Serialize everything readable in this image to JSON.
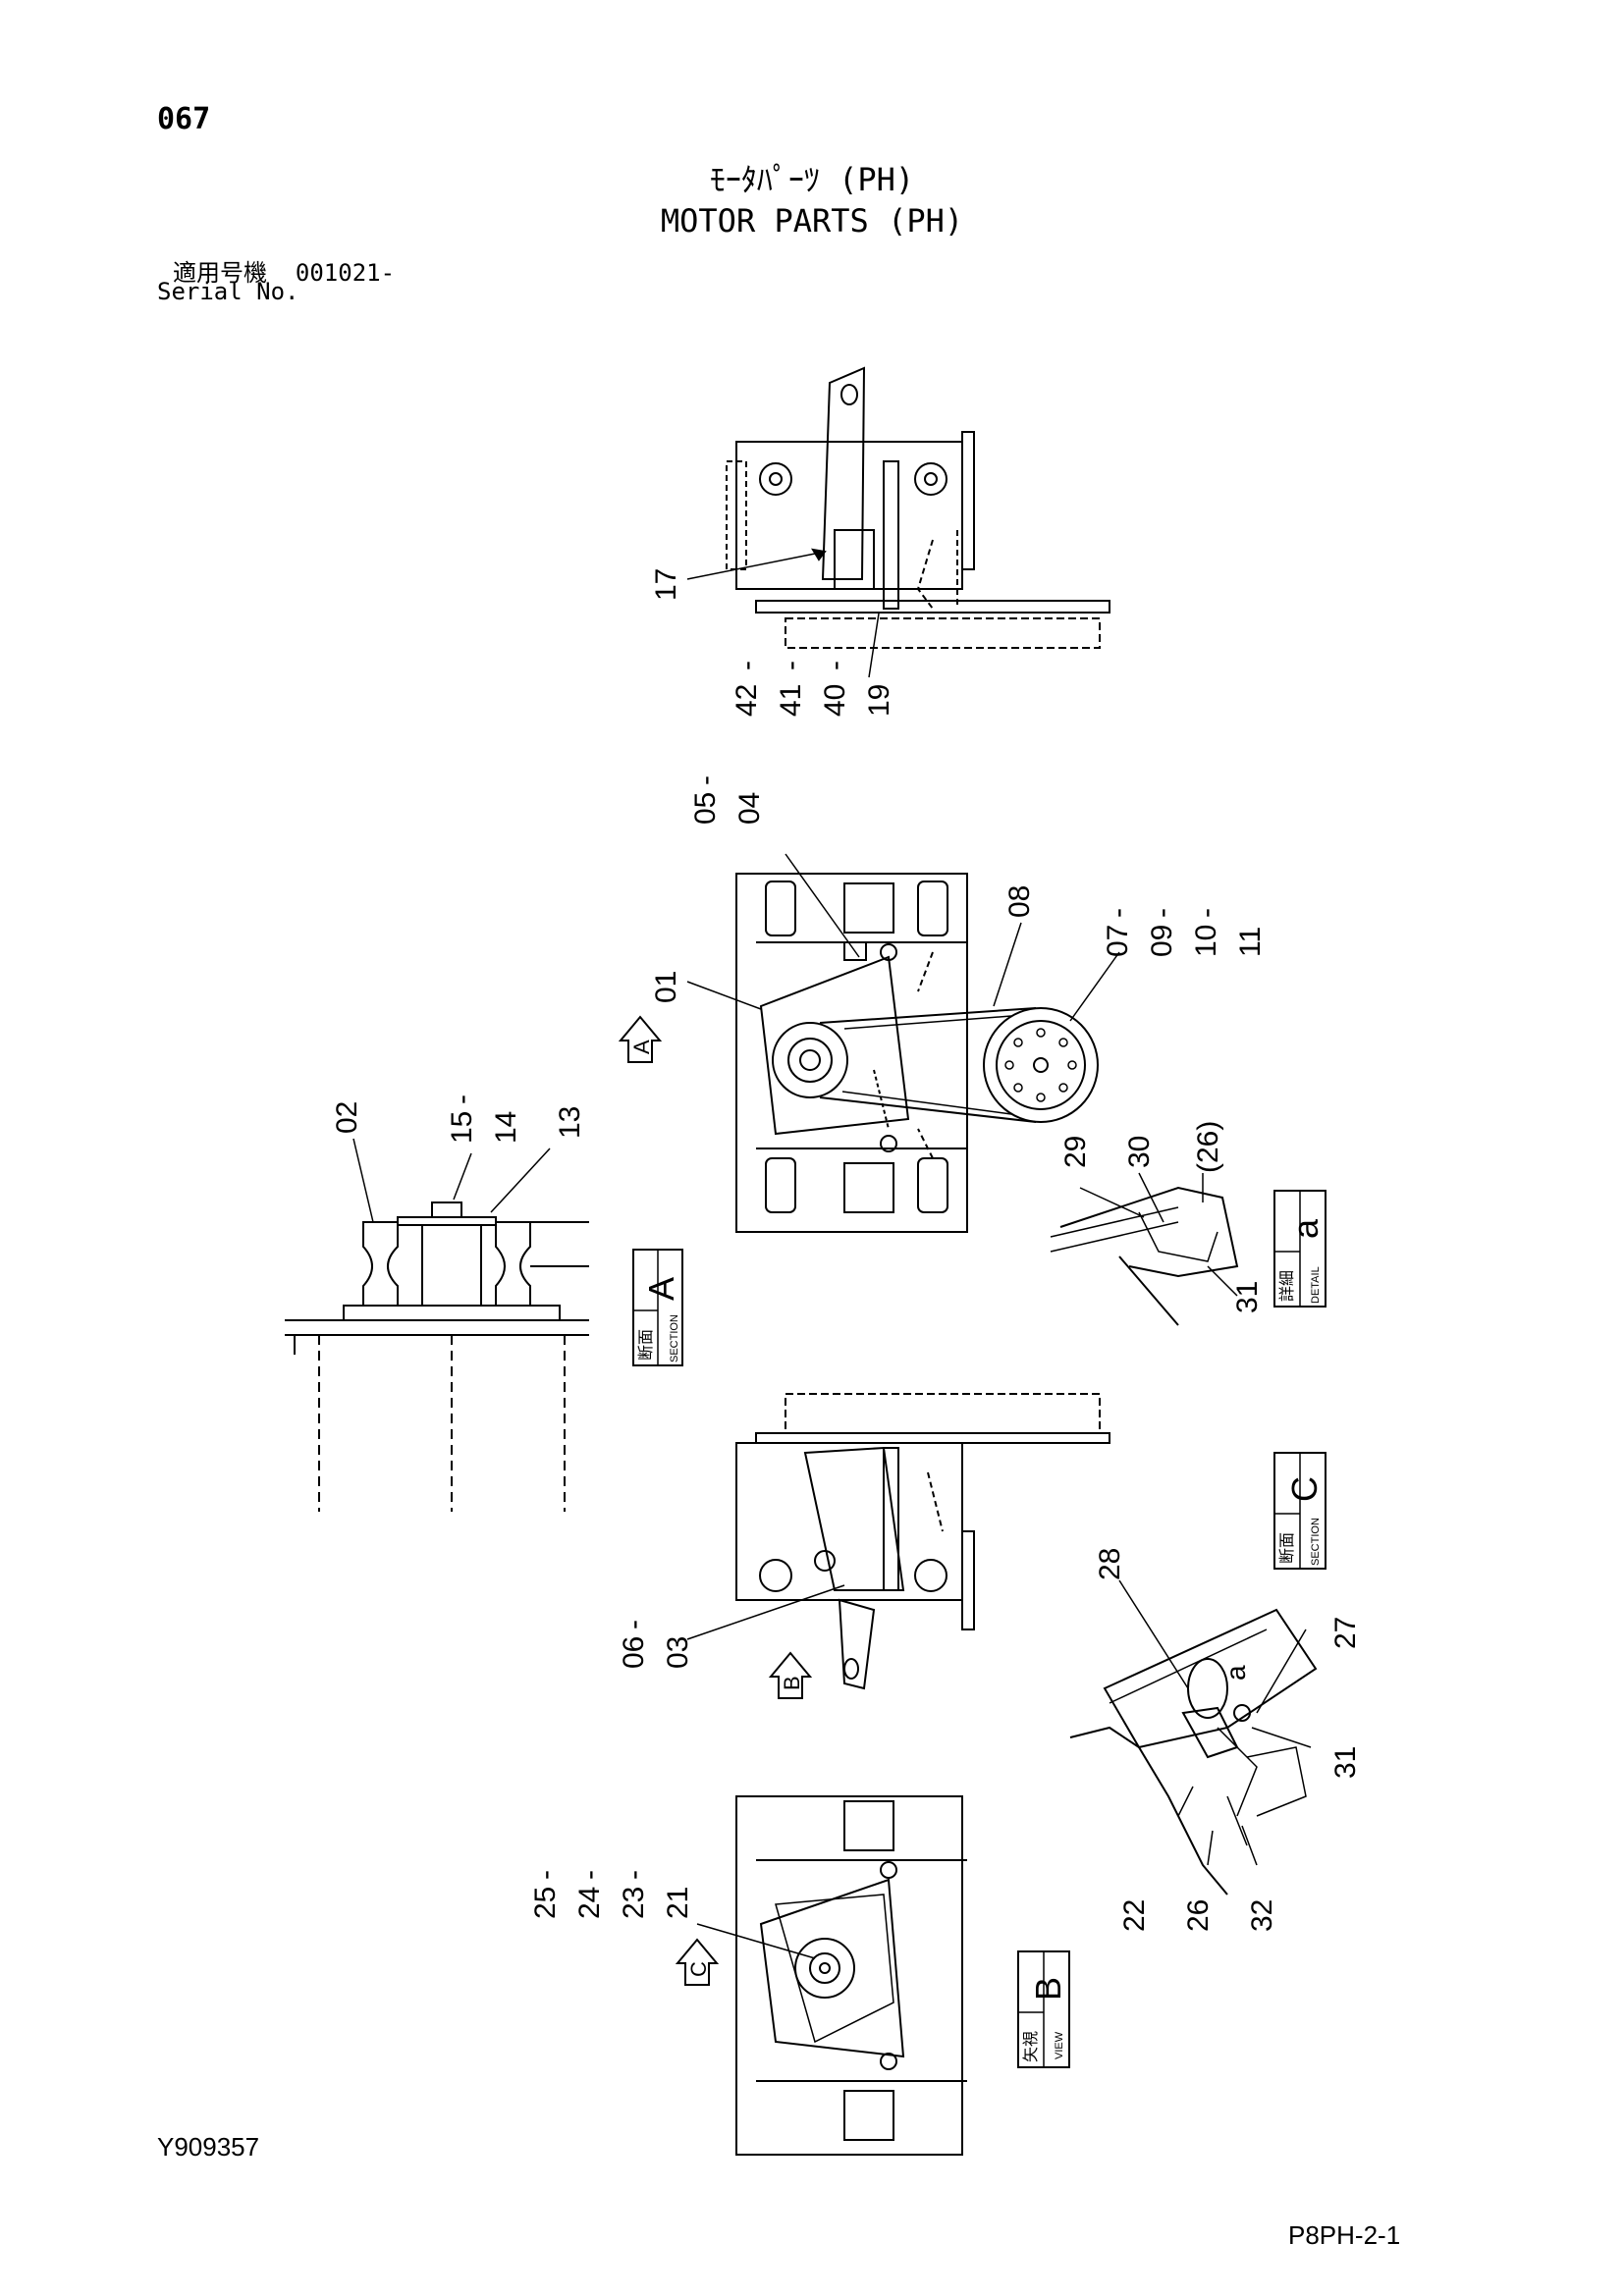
{
  "header": {
    "page_number": "067",
    "title_jp": "ﾓｰﾀﾊﾟｰﾂ (PH)",
    "title_en": "MOTOR PARTS (PH)",
    "serial_label_jp": "適用号機",
    "serial_value": "001021-",
    "serial_label_en": "Serial No."
  },
  "footer": {
    "document_id": "Y909357",
    "page_code": "P8PH-2-1"
  },
  "callouts": {
    "c17": "17",
    "c42": "42",
    "c41": "41",
    "c40": "40",
    "c19": "19",
    "c05": "05",
    "c04": "04",
    "c08": "08",
    "c07": "07",
    "c09": "09",
    "c10": "10",
    "c11": "11",
    "c01": "01",
    "c02": "02",
    "c15": "15",
    "c14": "14",
    "c13": "13",
    "c29": "29",
    "c30": "30",
    "c26p": "(26)",
    "c31a": "31",
    "c28": "28",
    "c27": "27",
    "c31b": "31",
    "c22": "22",
    "c26": "26",
    "c32": "32",
    "c06": "06",
    "c03": "03",
    "c25": "25",
    "c24": "24",
    "c23": "23",
    "c21": "21",
    "dash": "-"
  },
  "view_markers": {
    "arrow_a": "A",
    "arrow_b": "B",
    "arrow_c": "C",
    "detail_a": {
      "jp": "詳細",
      "en": "DETAIL",
      "letter": "a"
    },
    "section_a": {
      "jp": "断面",
      "en": "SECTION",
      "letter": "A"
    },
    "section_c": {
      "jp": "断面",
      "en": "SECTION",
      "letter": "C"
    },
    "view_b": {
      "jp": "矢視",
      "en": "VIEW",
      "letter": "B"
    },
    "detail_mark_a": "a"
  }
}
